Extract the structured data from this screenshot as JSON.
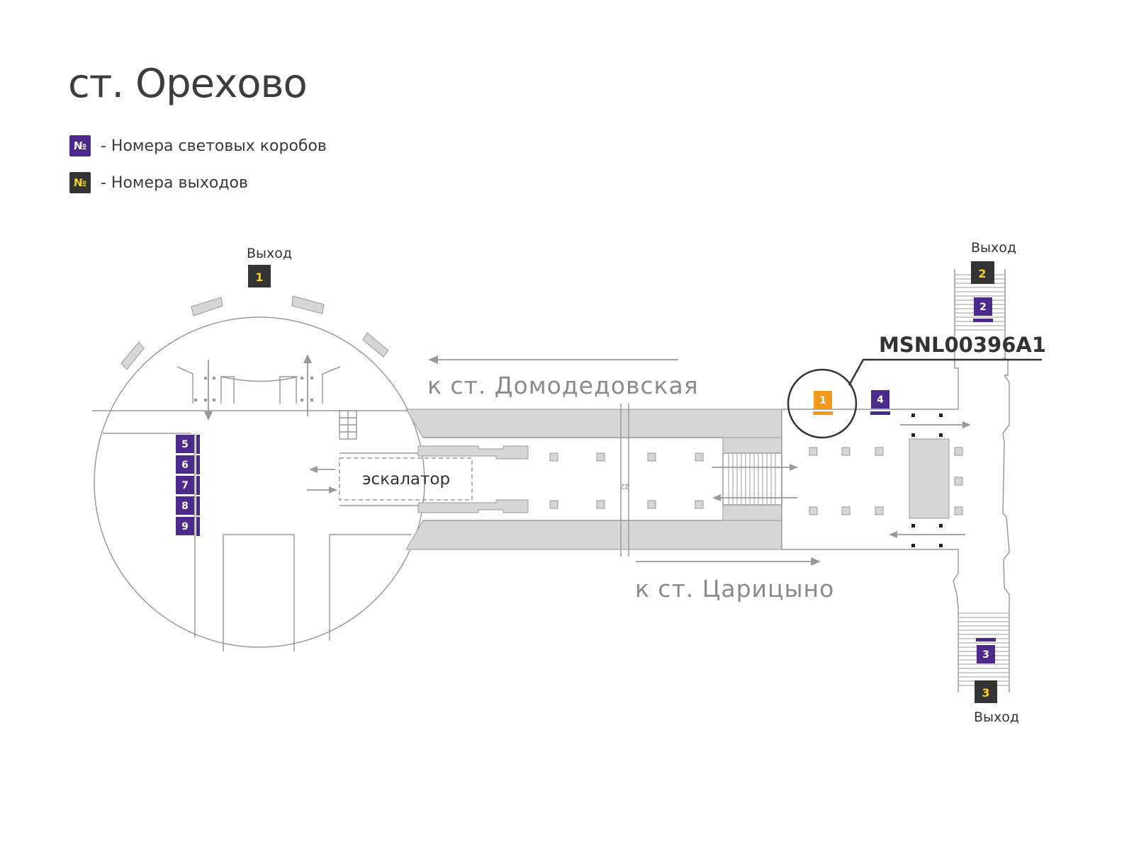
{
  "station_title": "ст. Орехово",
  "legend": {
    "symbol": "№",
    "lightbox_label": "- Номера световых коробов",
    "exit_label": "- Номера выходов"
  },
  "colors": {
    "purple": "#4b2a8c",
    "dark": "#333333",
    "yellow": "#f5d21c",
    "orange": "#f39a1e",
    "gray_fill": "#d6d6d6",
    "line": "#9a9a9a"
  },
  "labels": {
    "exit_word": "Выход",
    "direction_top": "к ст. Домодедовская",
    "direction_bottom": "к ст. Царицыно",
    "escalator": "эскалатор",
    "highlight_code": "MSNL00396A1",
    "zz": "zz"
  },
  "exits": [
    {
      "id": "exit-1",
      "number": "1"
    },
    {
      "id": "exit-2",
      "number": "2"
    },
    {
      "id": "exit-3",
      "number": "3"
    }
  ],
  "lightboxes": [
    {
      "id": "lightbox-1",
      "number": "1",
      "highlighted": true
    },
    {
      "id": "lightbox-2",
      "number": "2"
    },
    {
      "id": "lightbox-3",
      "number": "3"
    },
    {
      "id": "lightbox-4",
      "number": "4"
    },
    {
      "id": "lightbox-5",
      "number": "5"
    },
    {
      "id": "lightbox-6",
      "number": "6"
    },
    {
      "id": "lightbox-7",
      "number": "7"
    },
    {
      "id": "lightbox-8",
      "number": "8"
    },
    {
      "id": "lightbox-9",
      "number": "9"
    }
  ]
}
